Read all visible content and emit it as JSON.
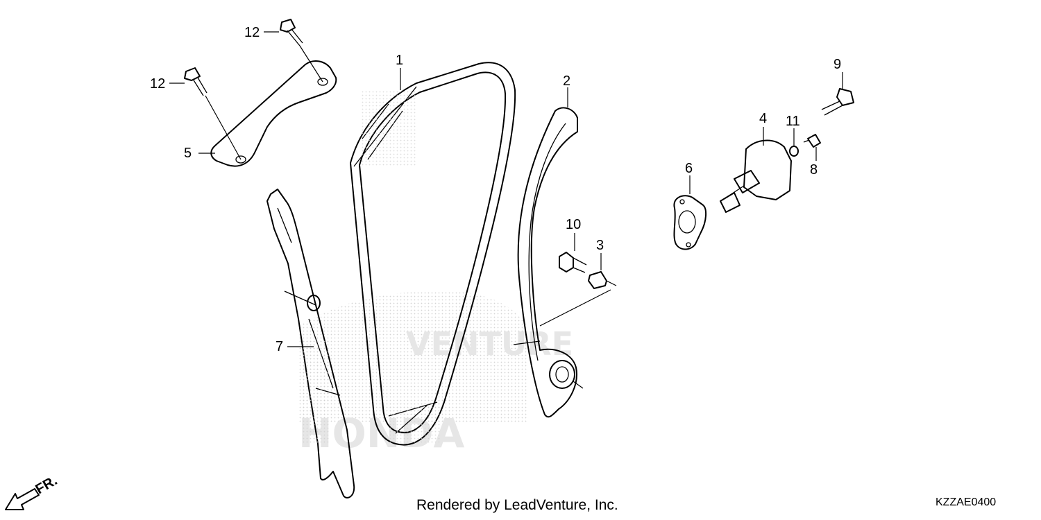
{
  "diagram": {
    "callouts": [
      {
        "id": "1",
        "label": "1"
      },
      {
        "id": "2",
        "label": "2"
      },
      {
        "id": "3",
        "label": "3"
      },
      {
        "id": "4",
        "label": "4"
      },
      {
        "id": "5",
        "label": "5"
      },
      {
        "id": "6",
        "label": "6"
      },
      {
        "id": "7",
        "label": "7"
      },
      {
        "id": "8",
        "label": "8"
      },
      {
        "id": "9",
        "label": "9"
      },
      {
        "id": "10",
        "label": "10"
      },
      {
        "id": "11",
        "label": "11"
      },
      {
        "id": "12a",
        "label": "12"
      },
      {
        "id": "12b",
        "label": "12"
      }
    ],
    "direction_label": "FR.",
    "diagram_code": "KZZAE0400",
    "credit": "Rendered by LeadVenture, Inc.",
    "watermark": {
      "word1": "VENTURE",
      "word2": "HONDA"
    }
  }
}
